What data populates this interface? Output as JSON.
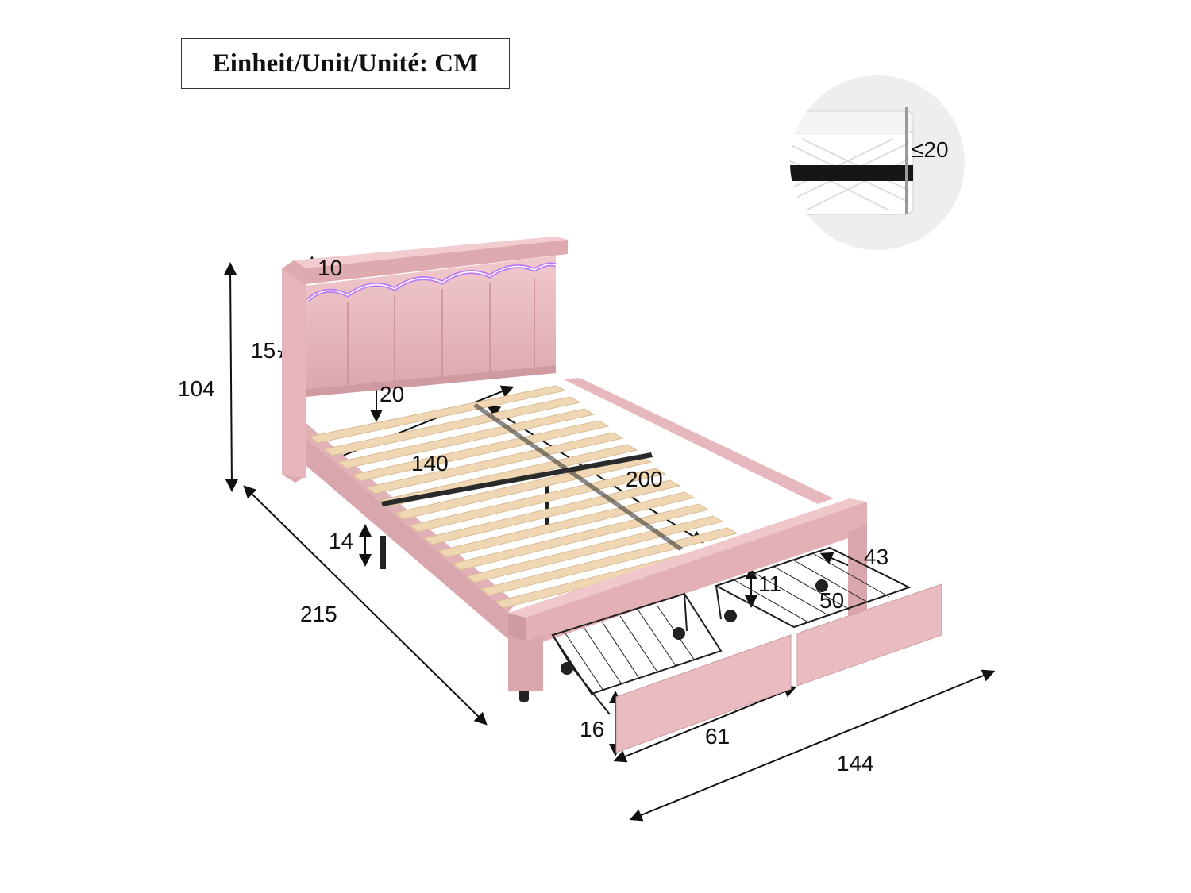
{
  "unit_label": "Einheit/Unit/Unité: CM",
  "colors": {
    "frame_pink": "#e9bcc1",
    "frame_pink_dark": "#cf9aa1",
    "slat_wood": "#efd7b4",
    "metal": "#222222",
    "led_glow": "#b46bff",
    "mattress_bg": "#eeeeee"
  },
  "dimensions": {
    "headboard_top_gap": "10",
    "wing_depth": "15",
    "total_height": "104",
    "headboard_clearance": "20",
    "bed_width": "140",
    "bed_length": "200",
    "leg_height": "14",
    "total_length": "215",
    "drawer_depth": "43",
    "drawer_inner_height": "11",
    "drawer_width": "50",
    "drawer_front_height": "16",
    "drawer_front_width": "61",
    "total_width": "144"
  },
  "mattress": {
    "max_height": "≤20"
  }
}
